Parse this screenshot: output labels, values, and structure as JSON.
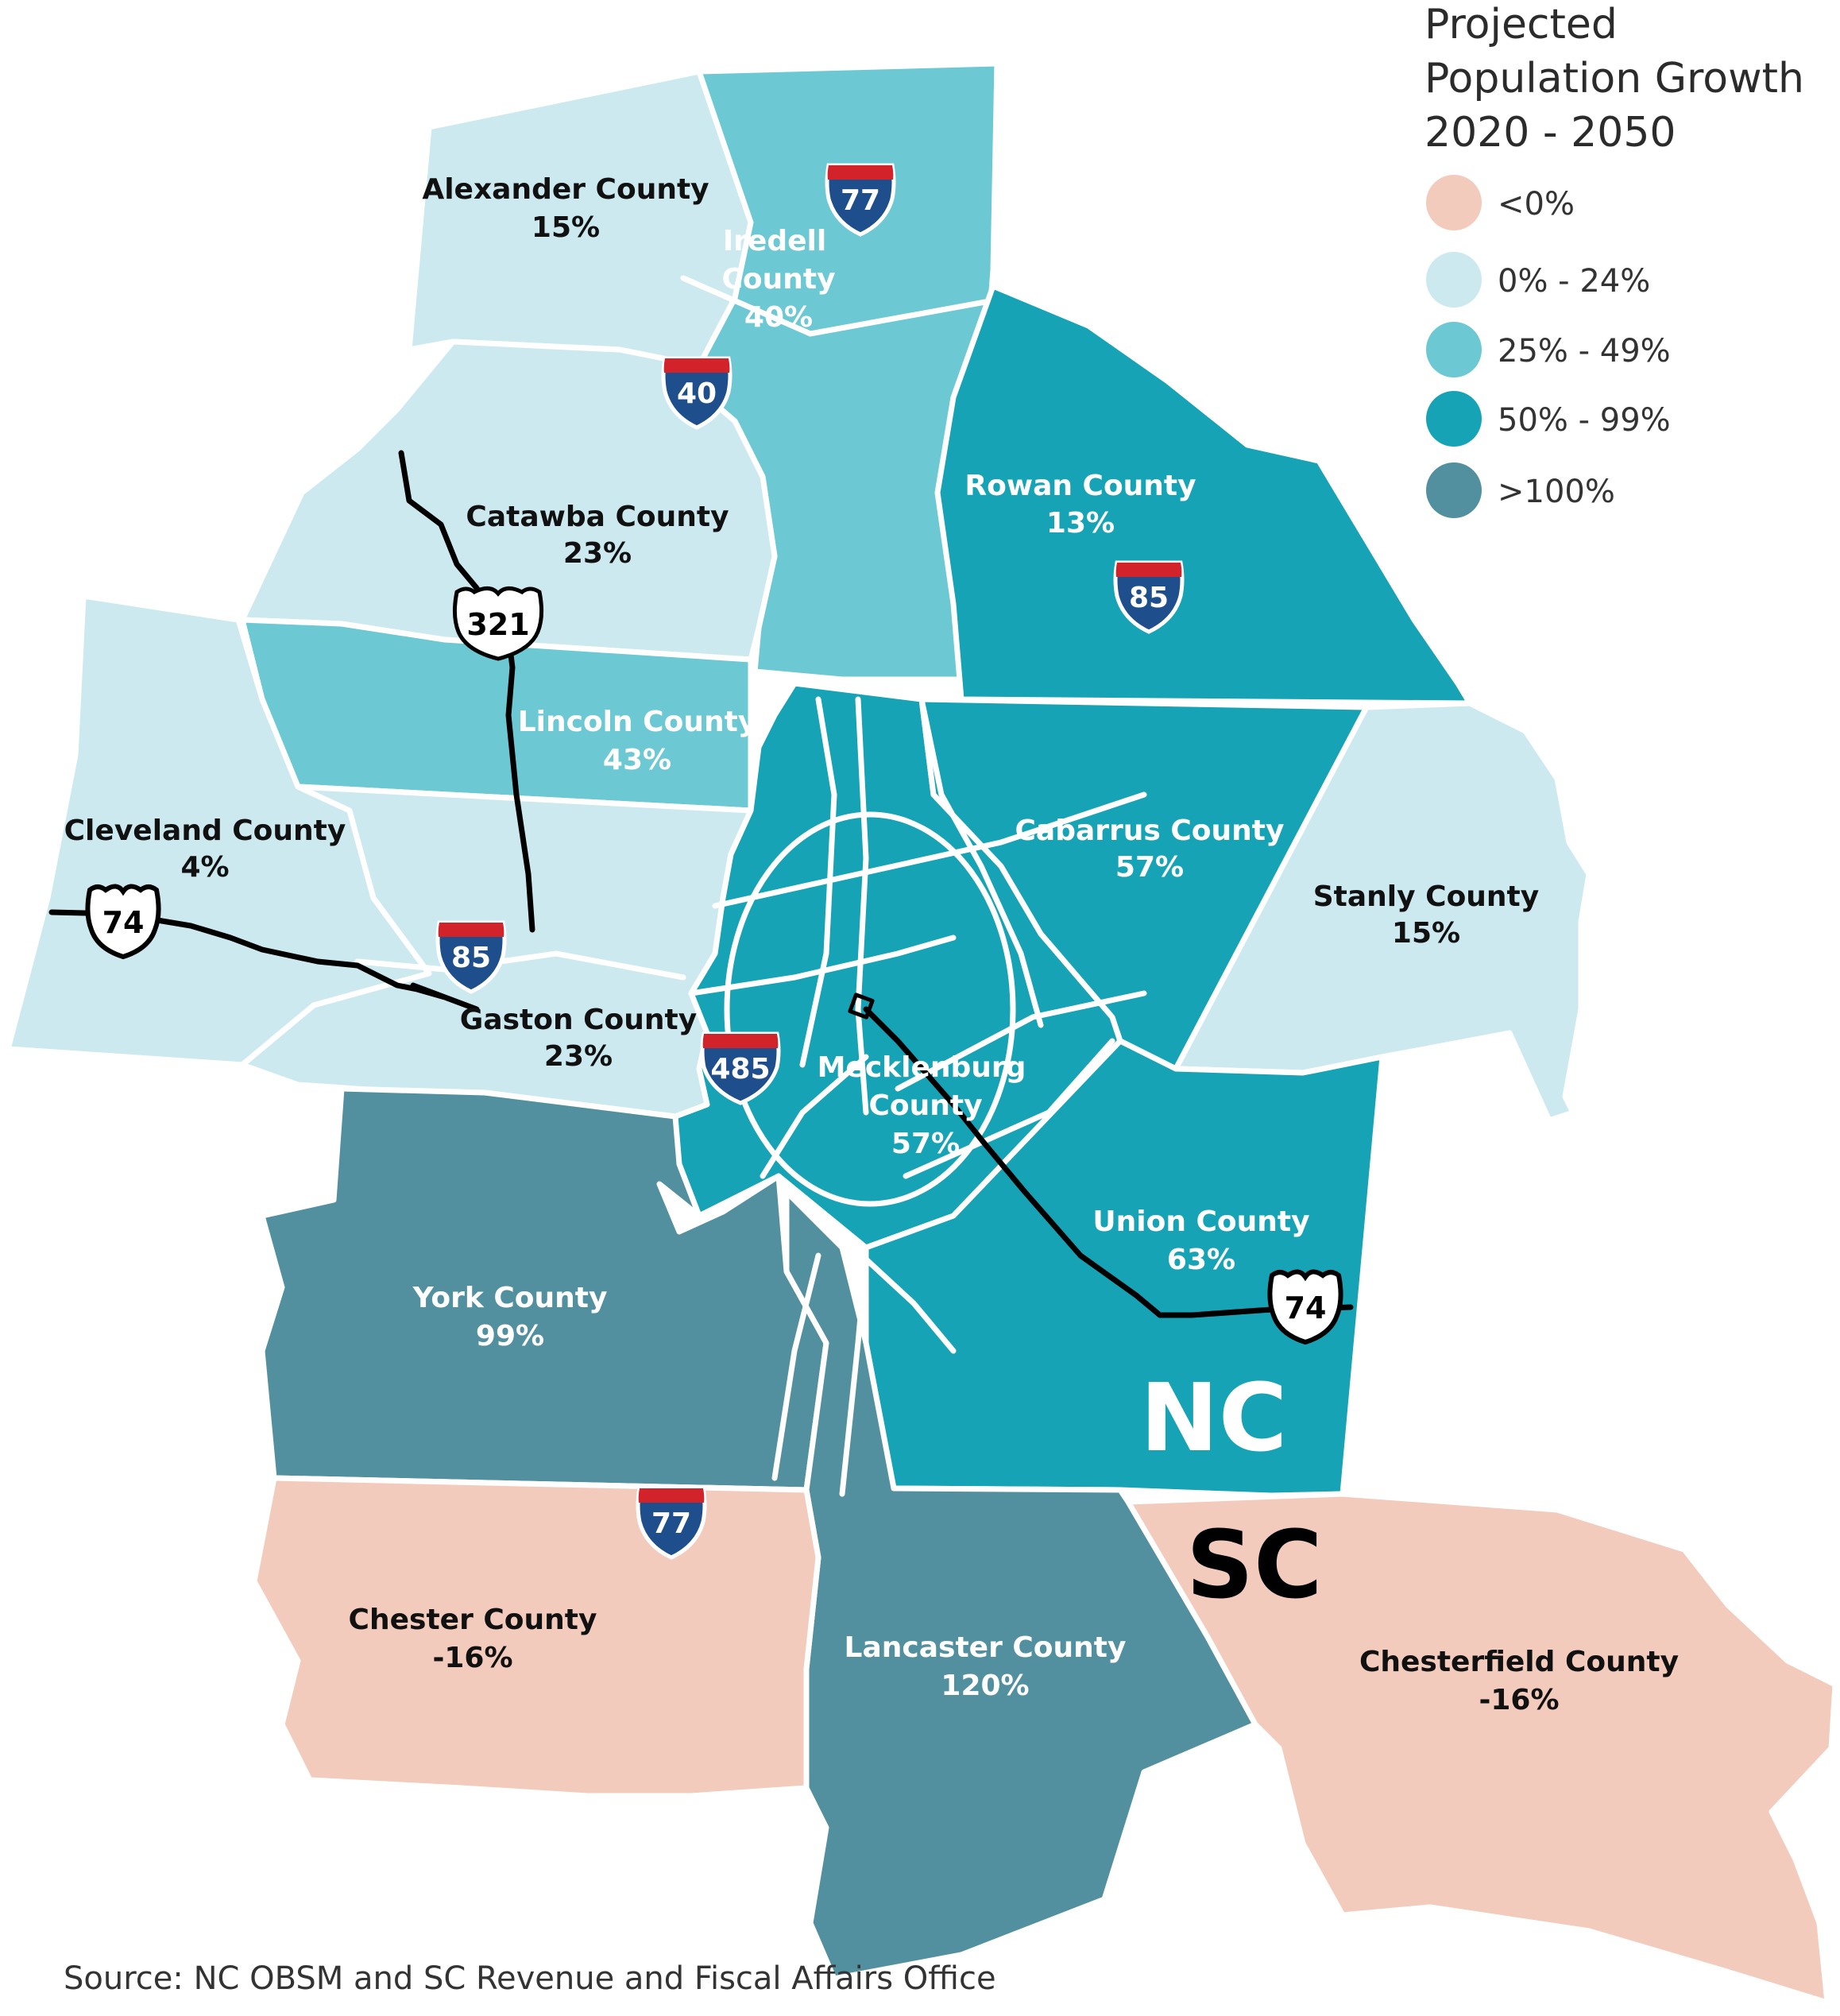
{
  "legend": {
    "title_lines": [
      "Projected",
      "Population Growth",
      "2020 - 2050"
    ],
    "items": [
      {
        "label": "<0%",
        "color": "#f3cbbd"
      },
      {
        "label": "0% - 24%",
        "color": "#cde9f0"
      },
      {
        "label": "25% - 49%",
        "color": "#6cc8d3"
      },
      {
        "label": "50% - 99%",
        "color": "#16a3b5"
      },
      {
        "label": ">100%",
        "color": "#52909f"
      }
    ]
  },
  "counties": [
    {
      "name": "Alexander County",
      "value": "15%",
      "category": 1
    },
    {
      "name": "Iredell County",
      "value": "40%",
      "category": 2
    },
    {
      "name": "Catawba County",
      "value": "23%",
      "category": 1
    },
    {
      "name": "Rowan County",
      "value": "13%",
      "category": 3
    },
    {
      "name": "Lincoln County",
      "value": "43%",
      "category": 2
    },
    {
      "name": "Cleveland County",
      "value": "4%",
      "category": 1
    },
    {
      "name": "Cabarrus County",
      "value": "57%",
      "category": 3
    },
    {
      "name": "Stanly County",
      "value": "15%",
      "category": 1
    },
    {
      "name": "Gaston County",
      "value": "23%",
      "category": 1
    },
    {
      "name": "Mecklenburg County",
      "value": "57%",
      "category": 3
    },
    {
      "name": "Union County",
      "value": "63%",
      "category": 3
    },
    {
      "name": "York County",
      "value": "99%",
      "category": 4
    },
    {
      "name": "Chester County",
      "value": "-16%",
      "category": 0
    },
    {
      "name": "Lancaster County",
      "value": "120%",
      "category": 4
    },
    {
      "name": "Chesterfield County",
      "value": "-16%",
      "category": 0
    }
  ],
  "states": [
    "NC",
    "SC"
  ],
  "highways": {
    "interstate": [
      "77",
      "40",
      "85",
      "85",
      "485",
      "77"
    ],
    "us_route": [
      "321",
      "74",
      "74"
    ]
  },
  "colors": {
    "interstate_blue": "#1f4e8c",
    "interstate_red": "#d2232a",
    "road": "#000000",
    "border": "#ffffff"
  },
  "source": "Source: NC OBSM and SC Revenue and Fiscal Affairs Office"
}
